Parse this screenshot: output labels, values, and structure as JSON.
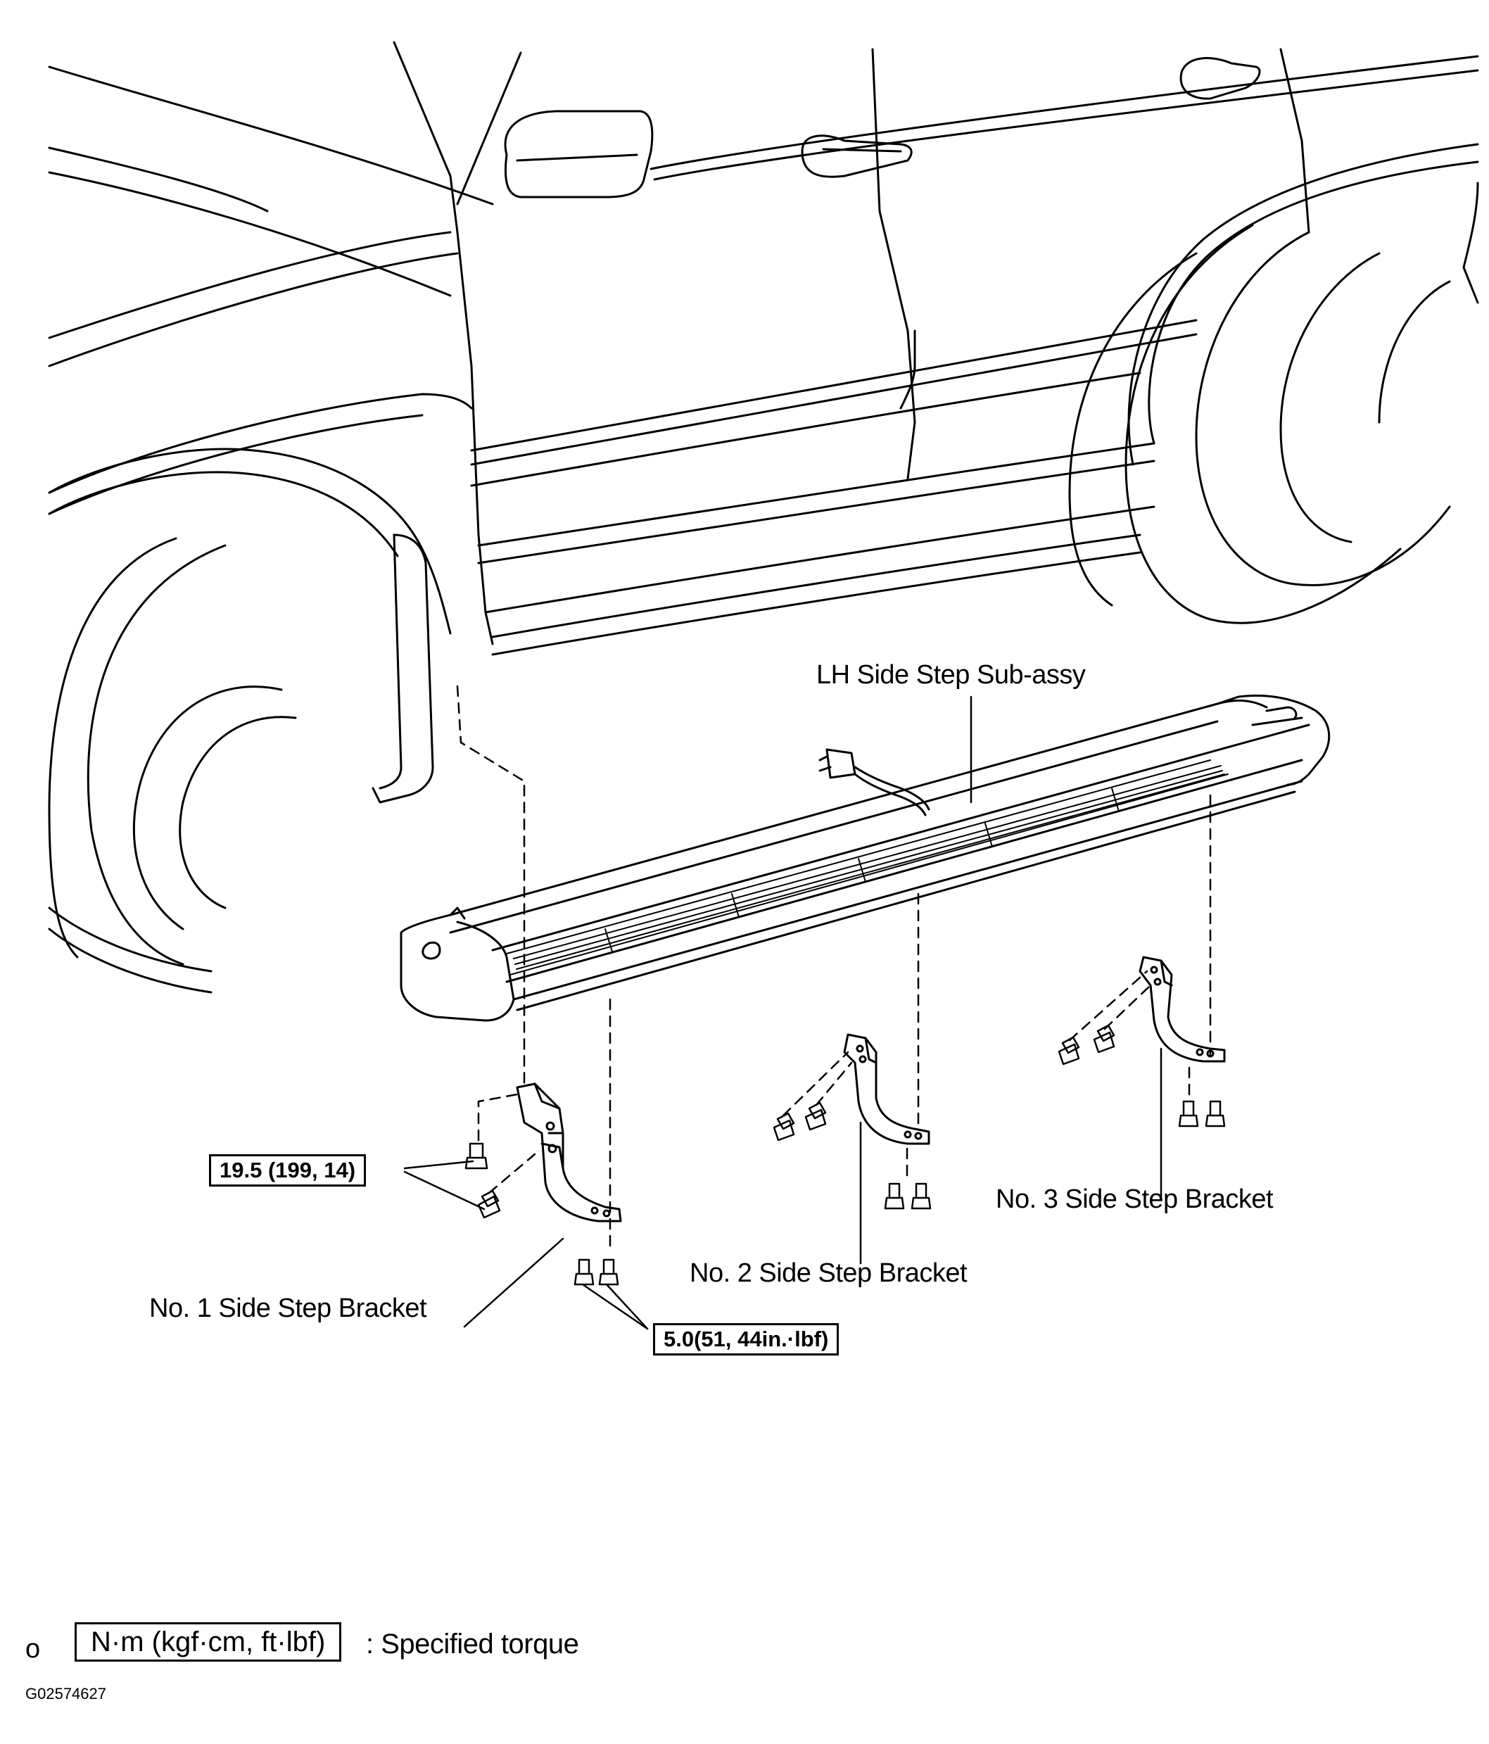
{
  "labels": {
    "side_step": "LH Side Step Sub-assy",
    "bracket_1": "No. 1 Side Step Bracket",
    "bracket_2": "No. 2 Side Step Bracket",
    "bracket_3": "No. 3 Side Step Bracket"
  },
  "torque": {
    "upper": "19.5 (199, 14)",
    "lower": "5.0(51, 44in.·lbf)"
  },
  "legend": {
    "marker": "o",
    "box_text": "N·m (kgf·cm, ft·lbf)",
    "description": ": Specified torque"
  },
  "figure_code": "G02574627"
}
